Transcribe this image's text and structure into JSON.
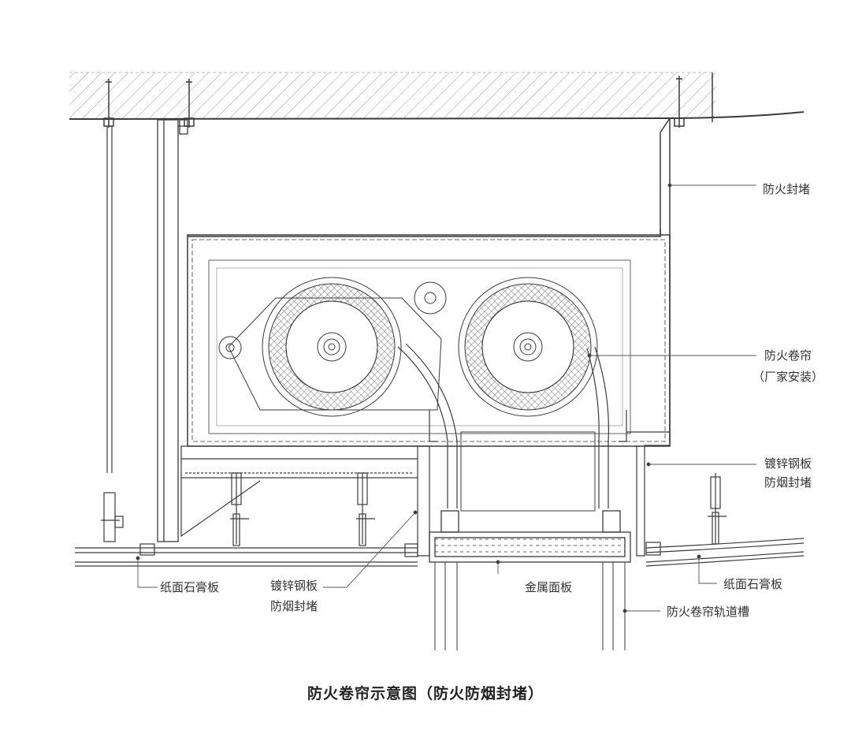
{
  "title": "防火卷帘示意图（防火防烟封堵）",
  "labels": {
    "fire_seal": "防火封堵",
    "shutter_line1": "防火卷帘",
    "shutter_line2": "（厂家安装）",
    "steel_right_line1": "镀锌钢板",
    "steel_right_line2": "防烟封堵",
    "gypsum_left": "纸面石膏板",
    "steel_left_line1": "镀锌钢板",
    "steel_left_line2": "防烟封堵",
    "metal_panel": "金属面板",
    "gypsum_right": "纸面石膏板",
    "rail_groove": "防火卷帘轨道槽"
  },
  "colors": {
    "line": "#3a3a3a",
    "text": "#333333",
    "background": "#ffffff"
  }
}
